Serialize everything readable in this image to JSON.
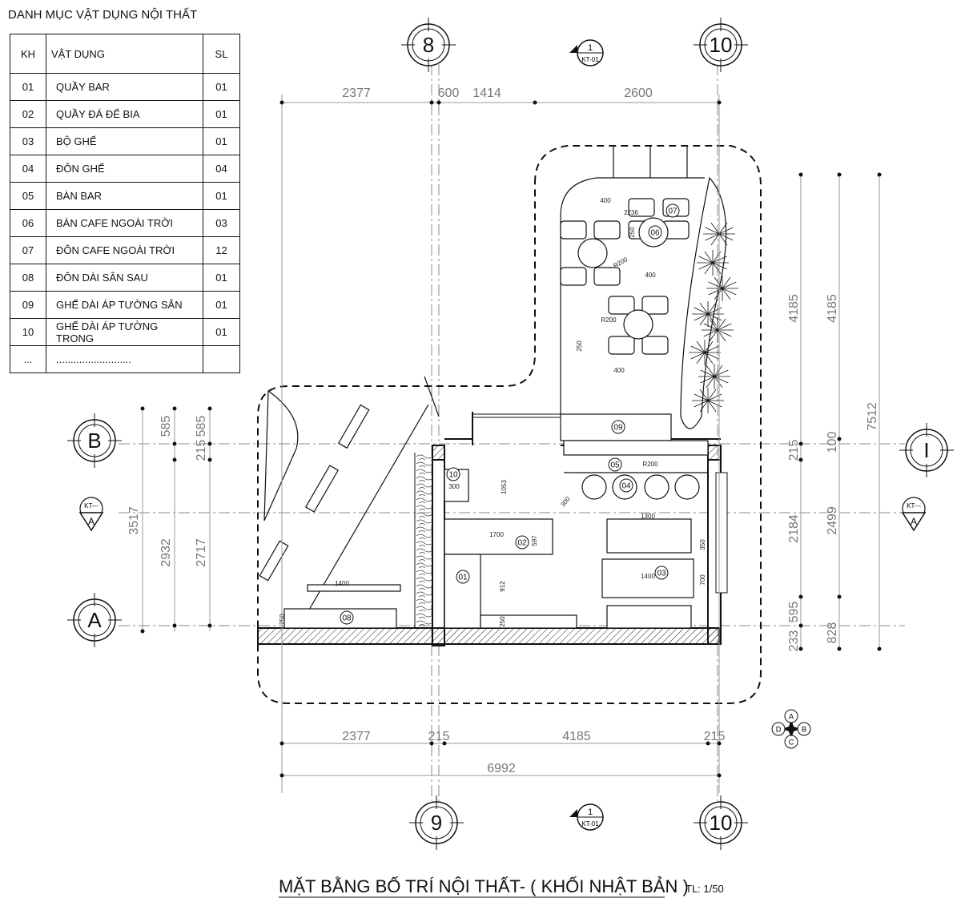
{
  "legend": {
    "title": "DANH MỤC VẬT DỤNG NỘI THẤT",
    "headers": {
      "code": "KH",
      "item": "VẬT DỤNG",
      "qty": "SL"
    },
    "rows": [
      {
        "code": "01",
        "item": "QUẦY BAR",
        "qty": "01"
      },
      {
        "code": "02",
        "item": "QUẦY ĐÁ ĐỂ BIA",
        "qty": "01"
      },
      {
        "code": "03",
        "item": "BỘ GHẾ",
        "qty": "01"
      },
      {
        "code": "04",
        "item": "ĐÔN GHẾ",
        "qty": "04"
      },
      {
        "code": "05",
        "item": "BÀN  BAR",
        "qty": "01"
      },
      {
        "code": "06",
        "item": "BÀN  CAFE NGOÀI TRỜI",
        "qty": "03"
      },
      {
        "code": "07",
        "item": "ĐÔN  CAFE NGOÀI TRỜI",
        "qty": "12"
      },
      {
        "code": "08",
        "item": "ĐÔN DÀI SÂN SAU",
        "qty": "01"
      },
      {
        "code": "09",
        "item": "GHẾ DÀI ÁP TƯỜNG SÂN",
        "qty": "01"
      },
      {
        "code": "10",
        "item": "GHẾ DÀI ÁP TƯỜNG TRONG",
        "qty": "01"
      },
      {
        "code": "...",
        "item": "..........................",
        "qty": ""
      }
    ]
  },
  "grid_axes": {
    "top": [
      "8",
      "10"
    ],
    "bottom": [
      "9",
      "10"
    ],
    "left": [
      "B",
      "A"
    ],
    "right": [
      "I"
    ]
  },
  "section_markers": {
    "top": {
      "number": "1",
      "sheet": "KT-01"
    },
    "bottom": {
      "number": "1",
      "sheet": "KT-01"
    },
    "left": {
      "sheet": "KT---",
      "letter": "A"
    },
    "right": {
      "sheet": "KT---",
      "letter": "A"
    }
  },
  "dimensions": {
    "top": [
      "2377",
      "600",
      "1414",
      "2600"
    ],
    "bottom_row1": [
      "2377",
      "215",
      "4185",
      "215"
    ],
    "bottom_total": "6992",
    "left_col1": [
      "585",
      "215",
      "2717"
    ],
    "left_col2": [
      "585",
      "2932"
    ],
    "left_col3": [
      "3517"
    ],
    "right_col1": [
      "215",
      "2184",
      "595",
      "233"
    ],
    "right_col2": [
      "100",
      "2499",
      "828"
    ],
    "right_col3": [
      "4185"
    ],
    "right_col4": [
      "4185"
    ],
    "right_col5": [
      "7512"
    ],
    "inner": [
      "400",
      "250",
      "R200",
      "400",
      "R200",
      "250",
      "400",
      "400",
      "2236",
      "R200",
      "300",
      "1053",
      "1700",
      "597",
      "912",
      "250",
      "1300",
      "350",
      "1400",
      "700",
      "1400",
      "250"
    ]
  },
  "furniture_tags": [
    "01",
    "02",
    "03",
    "04",
    "05",
    "06",
    "07",
    "08",
    "09",
    "10"
  ],
  "compass": {
    "n": "A",
    "e": "B",
    "s": "C",
    "w": "D"
  },
  "drawing_title": "MẶT BẰNG BỐ TRÍ NỘI THẤT- ( KHỐI NHẬT BẢN )",
  "scale": "TL: 1/50"
}
